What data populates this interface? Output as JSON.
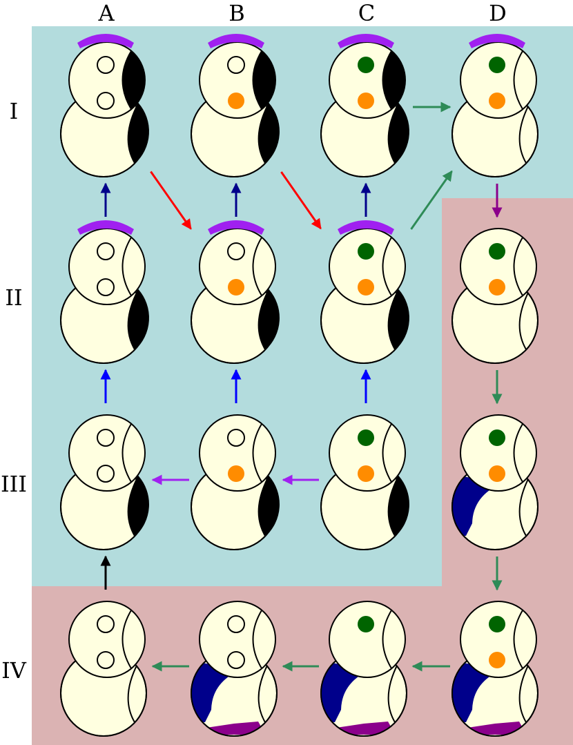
{
  "column_labels": [
    "A",
    "B",
    "C",
    "D"
  ],
  "row_labels": [
    "I",
    "II",
    "III",
    "IV"
  ],
  "colors": {
    "region_blue": "#b3dcdd",
    "region_pink": "#dbb3b3",
    "body_fill": "#ffffe0",
    "patch_black": "#000000",
    "patch_navy": "#00008b",
    "dot_orange": "#ff8c00",
    "dot_green": "#006400",
    "cap_violet": "#a020f0",
    "base_purple": "#8b008b",
    "arrow_darkblue": "#00008b",
    "arrow_blue": "#0000ff",
    "arrow_violet": "#a020f0",
    "arrow_red": "#ff0000",
    "arrow_green": "#2e8b57",
    "arrow_purple": "#8b008b",
    "arrow_black": "#000000"
  },
  "figures": [
    {
      "id": "I-A",
      "row": 0,
      "col": 0,
      "top_dot": "open",
      "bottom_dot": "open",
      "cap": true,
      "head_patch": true,
      "body_patch": "black",
      "base": false
    },
    {
      "id": "I-B",
      "row": 0,
      "col": 1,
      "top_dot": "open",
      "bottom_dot": "orange",
      "cap": true,
      "head_patch": true,
      "body_patch": "black",
      "base": false
    },
    {
      "id": "I-C",
      "row": 0,
      "col": 2,
      "top_dot": "green",
      "bottom_dot": "orange",
      "cap": true,
      "head_patch": true,
      "body_patch": "black",
      "base": false
    },
    {
      "id": "I-D",
      "row": 0,
      "col": 3,
      "top_dot": "green",
      "bottom_dot": "orange",
      "cap": true,
      "head_patch": false,
      "body_patch": "none",
      "base": false
    },
    {
      "id": "II-A",
      "row": 1,
      "col": 0,
      "top_dot": "open",
      "bottom_dot": "open",
      "cap": true,
      "head_patch": false,
      "body_patch": "black",
      "base": false
    },
    {
      "id": "II-B",
      "row": 1,
      "col": 1,
      "top_dot": "open",
      "bottom_dot": "orange",
      "cap": true,
      "head_patch": false,
      "body_patch": "black",
      "base": false
    },
    {
      "id": "II-C",
      "row": 1,
      "col": 2,
      "top_dot": "green",
      "bottom_dot": "orange",
      "cap": true,
      "head_patch": false,
      "body_patch": "black",
      "base": false
    },
    {
      "id": "II-D",
      "row": 1,
      "col": 3,
      "top_dot": "green",
      "bottom_dot": "orange",
      "cap": false,
      "head_patch": false,
      "body_patch": "none",
      "base": false
    },
    {
      "id": "III-A",
      "row": 2,
      "col": 0,
      "top_dot": "open",
      "bottom_dot": "open",
      "cap": false,
      "head_patch": false,
      "body_patch": "black",
      "base": false
    },
    {
      "id": "III-B",
      "row": 2,
      "col": 1,
      "top_dot": "open",
      "bottom_dot": "orange",
      "cap": false,
      "head_patch": false,
      "body_patch": "black",
      "base": false
    },
    {
      "id": "III-C",
      "row": 2,
      "col": 2,
      "top_dot": "green",
      "bottom_dot": "orange",
      "cap": false,
      "head_patch": false,
      "body_patch": "black",
      "base": false
    },
    {
      "id": "III-D",
      "row": 2,
      "col": 3,
      "top_dot": "green",
      "bottom_dot": "orange",
      "cap": false,
      "head_patch": false,
      "body_patch": "navy",
      "base": false
    },
    {
      "id": "IV-A",
      "row": 3,
      "col": 0,
      "top_dot": "open",
      "bottom_dot": "open",
      "cap": false,
      "head_patch": false,
      "body_patch": "none",
      "base": false
    },
    {
      "id": "IV-B",
      "row": 3,
      "col": 1,
      "top_dot": "open",
      "bottom_dot": "open",
      "cap": false,
      "head_patch": false,
      "body_patch": "navy",
      "base": true
    },
    {
      "id": "IV-C",
      "row": 3,
      "col": 2,
      "top_dot": "green",
      "bottom_dot": "none",
      "cap": false,
      "head_patch": false,
      "body_patch": "navy",
      "base": true
    },
    {
      "id": "IV-D",
      "row": 3,
      "col": 3,
      "top_dot": "green",
      "bottom_dot": "orange",
      "cap": false,
      "head_patch": false,
      "body_patch": "navy",
      "base": true
    }
  ],
  "arrows": [
    {
      "from": "II-A",
      "to": "I-A",
      "color": "arrow_darkblue"
    },
    {
      "from": "II-B",
      "to": "I-B",
      "color": "arrow_darkblue"
    },
    {
      "from": "II-C",
      "to": "I-C",
      "color": "arrow_darkblue"
    },
    {
      "from": "III-A",
      "to": "II-A",
      "color": "arrow_blue"
    },
    {
      "from": "III-B",
      "to": "II-B",
      "color": "arrow_blue"
    },
    {
      "from": "III-C",
      "to": "II-C",
      "color": "arrow_blue"
    },
    {
      "from": "III-B",
      "to": "III-A",
      "color": "arrow_violet"
    },
    {
      "from": "III-C",
      "to": "III-B",
      "color": "arrow_violet"
    },
    {
      "from": "I-A",
      "to": "II-B",
      "color": "arrow_red"
    },
    {
      "from": "I-B",
      "to": "II-C",
      "color": "arrow_red"
    },
    {
      "from": "I-C",
      "to": "I-D",
      "color": "arrow_green"
    },
    {
      "from": "II-C",
      "to": "I-D",
      "color": "arrow_green"
    },
    {
      "from": "I-D",
      "to": "II-D",
      "color": "arrow_purple"
    },
    {
      "from": "II-D",
      "to": "III-D",
      "color": "arrow_green"
    },
    {
      "from": "III-D",
      "to": "IV-D",
      "color": "arrow_green"
    },
    {
      "from": "IV-D",
      "to": "IV-C",
      "color": "arrow_green"
    },
    {
      "from": "IV-C",
      "to": "IV-B",
      "color": "arrow_green"
    },
    {
      "from": "IV-B",
      "to": "IV-A",
      "color": "arrow_green"
    },
    {
      "from": "IV-A",
      "to": "III-A",
      "color": "arrow_black"
    }
  ]
}
